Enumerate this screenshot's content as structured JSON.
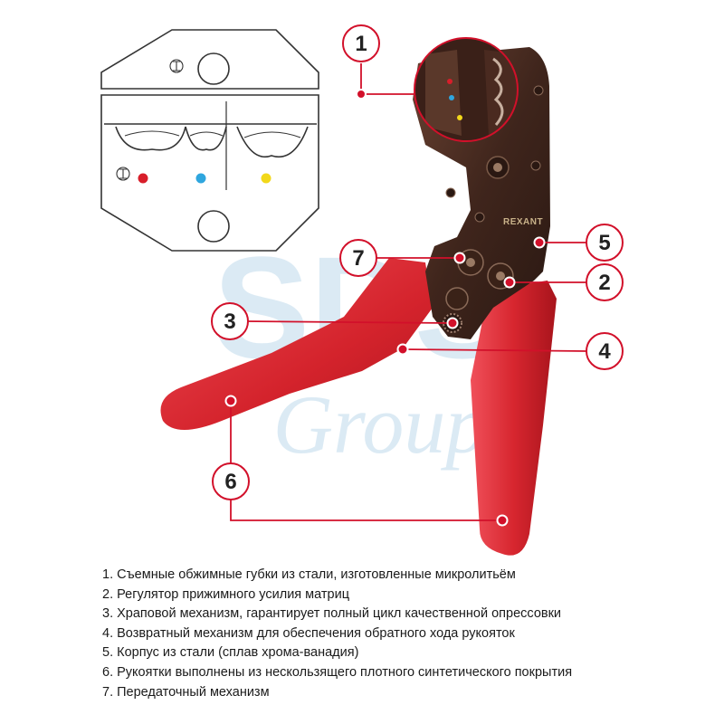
{
  "brand": "REXANT",
  "watermark": {
    "main": "SDS",
    "sub": "Group"
  },
  "die_markings": {
    "red": "#d81e2a",
    "blue": "#2fa6de",
    "yellow": "#f2d81a"
  },
  "colors": {
    "handle": "#e0303a",
    "body": "#4a2c22",
    "callout_line": "#d2102a",
    "accent_dot": "#d2102a"
  },
  "callouts": [
    "1",
    "2",
    "3",
    "4",
    "5",
    "6",
    "7"
  ],
  "legend": [
    "1. Съемные обжимные губки из стали, изготовленные микролитьём",
    "2. Регулятор прижимного усилия матриц",
    "3. Храповой механизм, гарантирует полный цикл качественной опрессовки",
    "4. Возвратный механизм для обеспечения обратного хода рукояток",
    "5. Корпус из стали (сплав хрома-ванадия)",
    "6. Рукоятки выполнены из нескользящего плотного синтетического покрытия",
    "7. Передаточный механизм"
  ]
}
